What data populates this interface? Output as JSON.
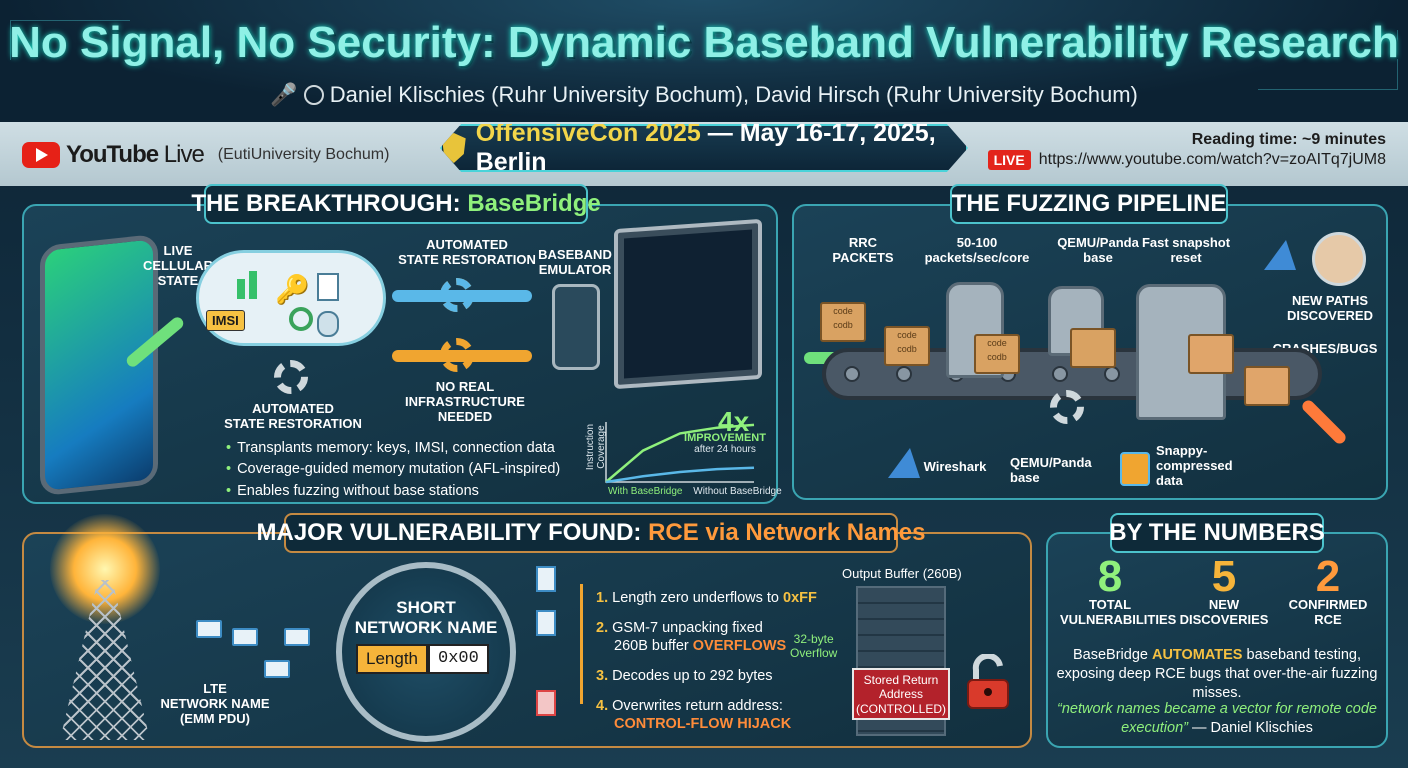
{
  "header": {
    "title": "No Signal, No Security: Dynamic Baseband Vulnerability Research",
    "authors": "Daniel Klischies (Ruhr University Bochum), David Hirsch (Ruhr University Bochum)",
    "icons": [
      "microphone-icon",
      "university-seal-icon"
    ]
  },
  "source": {
    "platform_bold": "YouTube",
    "platform_rest": " Live",
    "platform_sub": "(EutiUniversity Bochum)",
    "conference_name": "OffensiveCon 2025",
    "conference_rest": " — May 16-17, 2025, Berlin",
    "reading_time": "Reading time: ~9 minutes",
    "live_badge": "LIVE",
    "url": "https://www.youtube.com/watch?v=zoAITq7jUM8"
  },
  "breakthrough": {
    "title_prefix": "THE BREAKTHROUGH: ",
    "title_highlight": "BaseBridge",
    "live_state": "LIVE\nCELLULAR\nSTATE",
    "imsi": "IMSI",
    "auto_restore_top": "AUTOMATED\nSTATE RESTORATION",
    "auto_restore_bottom": "AUTOMATED\nSTATE RESTORATION",
    "emulator": "BASEBAND\nEMULATOR",
    "no_infra": "NO REAL\nINFRASTRUCTURE\nNEEDED",
    "bullets": [
      "Transplants memory: keys, IMSI, connection data",
      "Coverage-guided memory mutation (AFL-inspired)",
      "Enables fuzzing without base stations"
    ],
    "chart": {
      "big": "4x",
      "improvement": "IMPROVEMENT",
      "sub": "after 24 hours",
      "ylabel": "Instruction Coverage",
      "legend_a": "With BaseBridge",
      "legend_b": "Without BaseBridge"
    }
  },
  "chart_data": {
    "type": "line",
    "ylabel": "Instruction Coverage",
    "series": [
      {
        "name": "With BaseBridge",
        "values": [
          0,
          2.2,
          3.4,
          3.8,
          4.0
        ]
      },
      {
        "name": "Without BaseBridge",
        "values": [
          0,
          0.4,
          0.7,
          0.9,
          1.0
        ]
      }
    ],
    "annotation": "4x IMPROVEMENT after 24 hours",
    "colors": {
      "With BaseBridge": "#8ff07c",
      "Without BaseBridge": "#5ab8e8"
    }
  },
  "fuzzing": {
    "title": "THE FUZZING PIPELINE",
    "rrc": "RRC\nPACKETS",
    "rate": "50-100\npackets/sec/core",
    "qemu_top": "QEMU/Panda\nbase",
    "snapshot": "Fast snapshot\nreset",
    "new_paths": "NEW PATHS\nDISCOVERED",
    "crashes": "CRASHES/BUGS",
    "wireshark": "Wireshark",
    "qemu_bottom": "QEMU/Panda\nbase",
    "snappy": "Snappy-\ncompressed\ndata",
    "box_label": "code\ncodb"
  },
  "vuln": {
    "title_prefix": "MAJOR VULNERABILITY FOUND: ",
    "title_highlight": "RCE via Network Names",
    "lte": "LTE\nNETWORK NAME\n(EMM PDU)",
    "short_name": "SHORT\nNETWORK NAME",
    "length_key": "Length",
    "length_val": "0x00",
    "steps": [
      {
        "n": "1.",
        "t": "Length zero underflows to ",
        "hl": "0xFF",
        "t2": ""
      },
      {
        "n": "2.",
        "t": "GSM-7 unpacking fixed",
        "hl": "",
        "t2": ""
      },
      {
        "n": "",
        "t": "260B buffer ",
        "hl": "OVERFLOWS",
        "t2": ""
      },
      {
        "n": "3.",
        "t": "Decodes up to 292 bytes",
        "hl": "",
        "t2": ""
      },
      {
        "n": "4.",
        "t": "Overwrites return address:",
        "hl": "",
        "t2": ""
      },
      {
        "n": "",
        "t": "",
        "hl": "CONTROL-FLOW HIJACK",
        "t2": ""
      }
    ],
    "buffer_title": "Output Buffer (260B)",
    "overflow": "32-byte\nOverflow",
    "stored": "Stored Return\nAddress\n(CONTROLLED)"
  },
  "numbers": {
    "title": "BY THE NUMBERS",
    "stats": [
      {
        "value": "8",
        "label": "TOTAL\nVULNERABILITIES",
        "color": "#8ff07c"
      },
      {
        "value": "5",
        "label": "NEW\nDISCOVERIES",
        "color": "#f6b43a"
      },
      {
        "value": "2",
        "label": "CONFIRMED\nRCE",
        "color": "#ff9a3c"
      }
    ],
    "desc_a": "BaseBridge ",
    "desc_hl": "AUTOMATES",
    "desc_b": " baseband testing, exposing deep RCE bugs that over-the-air fuzzing misses.",
    "quote": "“network names became a vector for remote code execution”",
    "quote_author": " — Daniel Klischies"
  }
}
